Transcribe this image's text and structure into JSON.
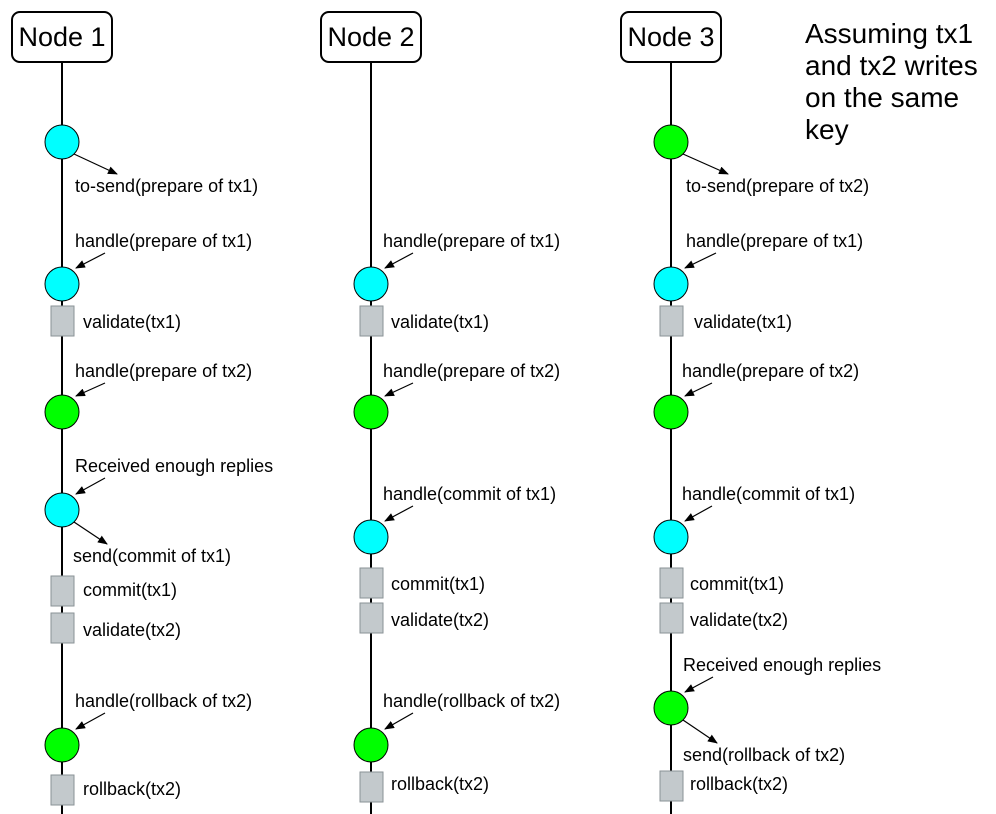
{
  "colors": {
    "tx1_event": "#00ffff",
    "tx2_event": "#00ff00",
    "local_action": "#c3c9cc",
    "line": "#000000"
  },
  "note": "Assuming tx1 and tx2 writes on the same key",
  "nodes": [
    {
      "title": "Node 1",
      "events": [
        {
          "kind": "event",
          "tx": "tx1",
          "label": "to-send(prepare of tx1)",
          "arrow": "out"
        },
        {
          "kind": "event",
          "tx": "tx1",
          "label": "handle(prepare of tx1)",
          "arrow": "in"
        },
        {
          "kind": "action",
          "label": "validate(tx1)"
        },
        {
          "kind": "event",
          "tx": "tx2",
          "label": "handle(prepare of tx2)",
          "arrow": "in"
        },
        {
          "kind": "event",
          "tx": "tx1",
          "label": "Received enough replies",
          "arrow": "in"
        },
        {
          "kind": "event-out-label",
          "tx": "tx1",
          "label": "send(commit of tx1)"
        },
        {
          "kind": "action",
          "label": "commit(tx1)"
        },
        {
          "kind": "action",
          "label": "validate(tx2)"
        },
        {
          "kind": "event",
          "tx": "tx2",
          "label": "handle(rollback of tx2)",
          "arrow": "in"
        },
        {
          "kind": "action",
          "label": "rollback(tx2)"
        }
      ]
    },
    {
      "title": "Node 2",
      "events": [
        {
          "kind": "event",
          "tx": "tx1",
          "label": "handle(prepare of tx1)",
          "arrow": "in"
        },
        {
          "kind": "action",
          "label": "validate(tx1)"
        },
        {
          "kind": "event",
          "tx": "tx2",
          "label": "handle(prepare of tx2)",
          "arrow": "in"
        },
        {
          "kind": "event",
          "tx": "tx1",
          "label": "handle(commit of tx1)",
          "arrow": "in"
        },
        {
          "kind": "action",
          "label": "commit(tx1)"
        },
        {
          "kind": "action",
          "label": "validate(tx2)"
        },
        {
          "kind": "event",
          "tx": "tx2",
          "label": "handle(rollback of tx2)",
          "arrow": "in"
        },
        {
          "kind": "action",
          "label": "rollback(tx2)"
        }
      ]
    },
    {
      "title": "Node 3",
      "events": [
        {
          "kind": "event",
          "tx": "tx2",
          "label": "to-send(prepare of tx2)",
          "arrow": "out"
        },
        {
          "kind": "event",
          "tx": "tx1",
          "label": "handle(prepare of tx1)",
          "arrow": "in"
        },
        {
          "kind": "action",
          "label": "validate(tx1)"
        },
        {
          "kind": "event",
          "tx": "tx2",
          "label": "handle(prepare of tx2)",
          "arrow": "in"
        },
        {
          "kind": "event",
          "tx": "tx1",
          "label": "handle(commit of tx1)",
          "arrow": "in"
        },
        {
          "kind": "action",
          "label": "commit(tx1)"
        },
        {
          "kind": "action",
          "label": "validate(tx2)"
        },
        {
          "kind": "event",
          "tx": "tx2",
          "label": "Received enough replies",
          "arrow": "in"
        },
        {
          "kind": "event-out-label",
          "tx": "tx2",
          "label": "send(rollback of tx2)"
        },
        {
          "kind": "action",
          "label": "rollback(tx2)"
        }
      ]
    }
  ]
}
